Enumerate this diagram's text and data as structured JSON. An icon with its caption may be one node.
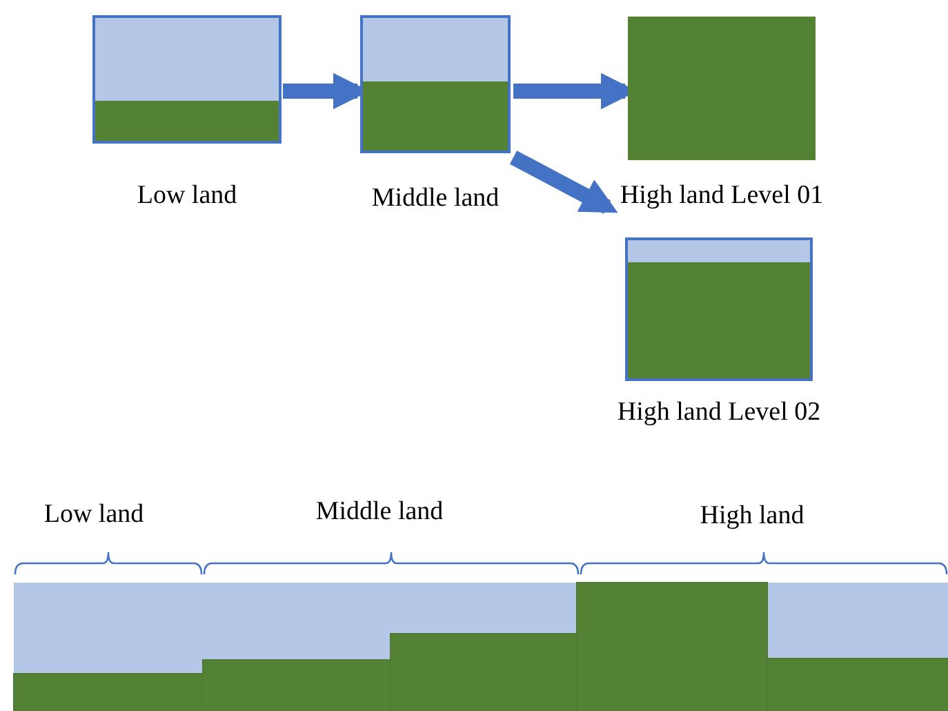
{
  "diagram": {
    "nodes": [
      {
        "text": [
          "Low land"
        ]
      },
      {
        "text": [
          "Middle land"
        ]
      },
      {
        "text": [
          "High land Level 01"
        ]
      },
      {
        "text": [
          "High land Level 02"
        ]
      }
    ],
    "edges": [
      {
        "from": 0,
        "to": 1,
        "arrow": "to"
      },
      {
        "from": 1,
        "to": 2,
        "arrow": "to"
      },
      {
        "from": 1,
        "to": 3,
        "arrow": "to"
      }
    ],
    "labels": [
      "Low land",
      "Middle land",
      "High land"
    ]
  }
}
